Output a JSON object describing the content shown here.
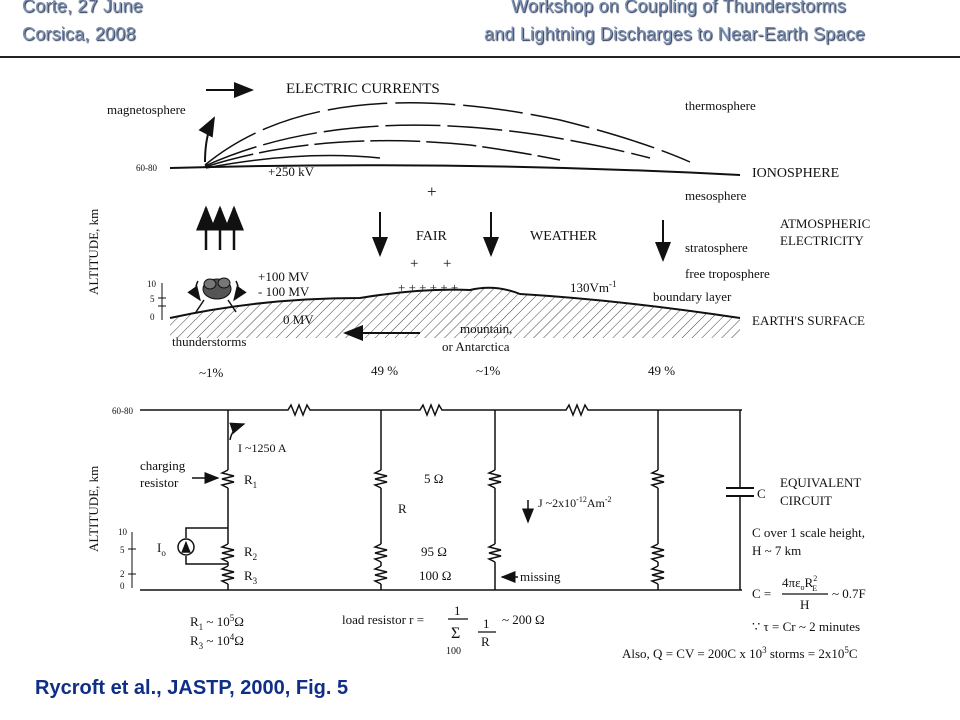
{
  "header": {
    "left_line1": "Corte, 27 June",
    "left_line2": "Corsica,  2008",
    "right_line1": "Workshop on Coupling of Thunderstorms",
    "right_line2": "and Lightning Discharges to Near-Earth Space"
  },
  "top_diagram": {
    "title": "ELECTRIC  CURRENTS",
    "altitude_label": "ALTITUDE, km",
    "alt_top": "60-80",
    "alt_10": "10",
    "alt_5": "5",
    "alt_0": "0",
    "magnetosphere": "magnetosphere",
    "thermosphere": "thermosphere",
    "ionosphere": "IONOSPHERE",
    "mesosphere": "mesosphere",
    "voltage_250kv": "+250 kV",
    "plus": "+",
    "fair": "FAIR",
    "weather": "WEATHER",
    "atmos_elec_1": "ATMOSPHERIC",
    "atmos_elec_2": "ELECTRICITY",
    "stratosphere": "stratosphere",
    "free_troposphere": "free troposphere",
    "boundary_layer": "boundary layer",
    "plus_100mv": "+100 MV",
    "minus_100mv": "- 100 MV",
    "zero_mv": "0 MV",
    "field_130": "130Vm",
    "field_exp": "-1",
    "earth_surface": "EARTH'S SURFACE",
    "thunderstorms": "thunderstorms",
    "mountain_1": "mountain,",
    "mountain_2": "or Antarctica",
    "pct_1": "~1%",
    "pct_2": "49 %",
    "pct_3": "~1%",
    "pct_4": "49 %",
    "surface_charges": "+ + + + + +"
  },
  "circuit": {
    "altitude_label": "ALTITUDE, km",
    "alt_top": "60-80",
    "alt_10": "10",
    "alt_5": "5",
    "alt_2": "2",
    "alt_0": "0",
    "current": "I ~1250 A",
    "charging_1": "charging",
    "charging_2": "resistor",
    "r1": "R",
    "r1_sub": "1",
    "r2": "R",
    "r2_sub": "2",
    "r3": "R",
    "r3_sub": "3",
    "io": "I",
    "io_sub": "o",
    "r_label": "R",
    "five_ohm": "5 Ω",
    "ninetyfive_ohm": "95 Ω",
    "hundred_ohm": "100 Ω",
    "j_label": "J ~2x10",
    "j_exp": "-12",
    "j_unit": "Am",
    "j_unit_exp": "-2",
    "missing": "missing",
    "c_label": "C",
    "equiv_1": "EQUIVALENT",
    "equiv_2": "CIRCUIT",
    "r1_val": "R",
    "r1_val_sub": "1",
    "r1_val_text": " ~ 10",
    "r1_val_exp": "5",
    "r1_val_unit": "Ω",
    "r3_val": "R",
    "r3_val_sub": "3",
    "r3_val_text": " ~ 10",
    "r3_val_exp": "4",
    "r3_val_unit": "Ω",
    "load_text": "load resistor r =",
    "load_num": "1",
    "load_sigma": "Σ",
    "load_100": "100",
    "load_frac_num": "1",
    "load_frac_den": "R",
    "load_result": "~ 200 Ω",
    "c_scale_1": "C over 1 scale height,",
    "c_scale_2": "H ~ 7 km",
    "c_formula_lhs": "C =",
    "c_formula_num": "4πε",
    "c_formula_num_sub": "o",
    "c_formula_num_r": "R",
    "c_formula_num_sup": "2",
    "c_formula_num_sub2": "E",
    "c_formula_den": "H",
    "c_formula_rhs": "~ 0.7F",
    "tau": "∵ τ = Cr ~ 2 minutes",
    "also": "Also, Q = CV = 200C x 10",
    "also_exp": "3",
    "also_mid": " storms = 2x10",
    "also_exp2": "5",
    "also_end": "C"
  },
  "caption": "Rycroft et al., JASTP, 2000, Fig. 5"
}
